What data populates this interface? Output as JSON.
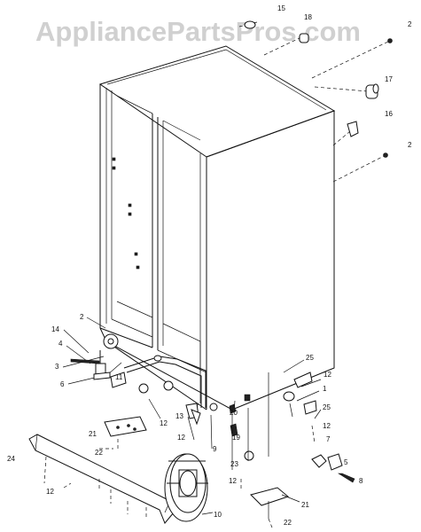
{
  "watermark": "AppliancePartsPros.com",
  "callouts": {
    "c15": "15",
    "c18": "18",
    "c2_top": "2",
    "c17": "17",
    "c16": "16",
    "c2_right": "2",
    "c2_left": "2",
    "c14": "14",
    "c4": "4",
    "c3": "3",
    "c6": "6",
    "c11": "11",
    "c12_a": "12",
    "c13": "13",
    "c12_b": "12",
    "c9": "9",
    "c21_left": "21",
    "c22_left": "22",
    "c24": "24",
    "c12_c": "12",
    "c10": "10",
    "c20": "20",
    "c19": "19",
    "c23": "23",
    "c12_d": "12",
    "c25_top": "25",
    "c12_e": "12",
    "c1": "1",
    "c25_mid": "25",
    "c12_f": "12",
    "c7": "7",
    "c5": "5",
    "c8": "8",
    "c21_right": "21",
    "c22_right": "22"
  }
}
